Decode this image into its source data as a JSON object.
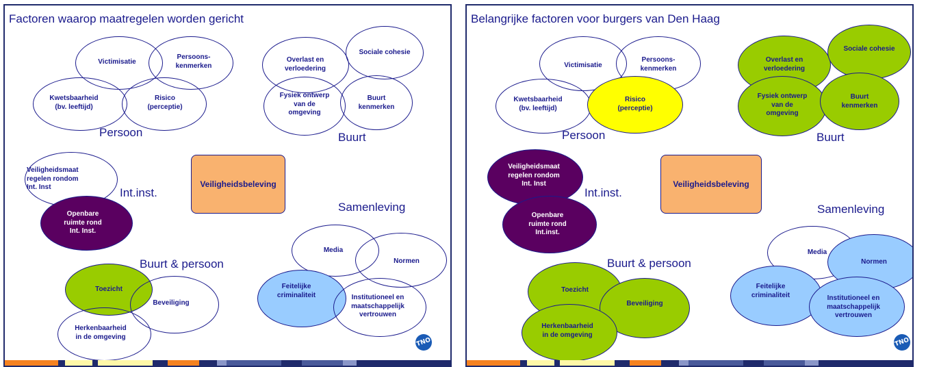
{
  "colors": {
    "outline": "#1a1a8c",
    "purple": "#5a0060",
    "green": "#99cc00",
    "light_blue": "#99ccff",
    "yellow": "#ffff00",
    "orange_box": "#f9b26f",
    "white": "#ffffff"
  },
  "logo_text": "TNO",
  "left": {
    "title": "Factoren waarop maatregelen worden gericht",
    "groups": {
      "persoon": "Persoon",
      "buurt": "Buurt",
      "int_inst": "Int.inst.",
      "samenleving": "Samenleving",
      "buurt_persoon": "Buurt & persoon"
    },
    "center": "Veiligheidsbeleving",
    "ellipses": {
      "victimisatie": "Victimisatie",
      "persoonskenmerken": "Persoons-\nkenmerken",
      "kwetsbaarheid": "Kwetsbaarheid\n(bv. leeftijd)",
      "risico": "Risico\n(perceptie)",
      "overlast": "Overlast en\nverloedering",
      "sociale_cohesie": "Sociale cohesie",
      "fysiek": "Fysiek ontwerp\nvan de\nomgeving",
      "buurt_kenmerken": "Buurt\nkenmerken",
      "veiligheidsmaat": "Veiligheidsmaat\nregelen rondom\nInt. Inst",
      "openbare": "Openbare\nruimte rond\nInt. Inst.",
      "media": "Media",
      "normen": "Normen",
      "feitelijke": "Feitelijke\ncriminaliteit",
      "institutioneel": "Institutioneel en\nmaatschappelijk\nvertrouwen",
      "toezicht": "Toezicht",
      "beveiliging": "Beveiliging",
      "herkenbaarheid": "Herkenbaarheid\nin de omgeving"
    }
  },
  "right": {
    "title": "Belangrijke factoren voor burgers van Den Haag",
    "groups": {
      "persoon": "Persoon",
      "buurt": "Buurt",
      "int_inst": "Int.inst.",
      "samenleving": "Samenleving",
      "buurt_persoon": "Buurt & persoon"
    },
    "center": "Veiligheidsbeleving",
    "ellipses": {
      "victimisatie": "Victimisatie",
      "persoonskenmerken": "Persoons-\nkenmerken",
      "kwetsbaarheid": "Kwetsbaarheid\n(bv. leeftijd)",
      "risico": "Risico\n(perceptie)",
      "overlast": "Overlast en\nverloedering",
      "sociale_cohesie": "Sociale cohesie",
      "fysiek": "Fysiek ontwerp\nvan de\nomgeving",
      "buurt_kenmerken": "Buurt\nkenmerken",
      "veiligheidsmaat": "Veiligheidsmaat\nregelen rondom\nInt. Inst",
      "openbare": "Openbare\nruimte rond\nInt.inst.",
      "media": "Media",
      "normen": "Normen",
      "feitelijke": "Feitelijke\ncriminaliteit",
      "institutioneel": "Institutioneel en\nmaatschappelijk\nvertrouwen",
      "toezicht": "Toezicht",
      "beveiliging": "Beveiliging",
      "herkenbaarheid": "Herkenbaarheid\nin de omgeving"
    }
  }
}
